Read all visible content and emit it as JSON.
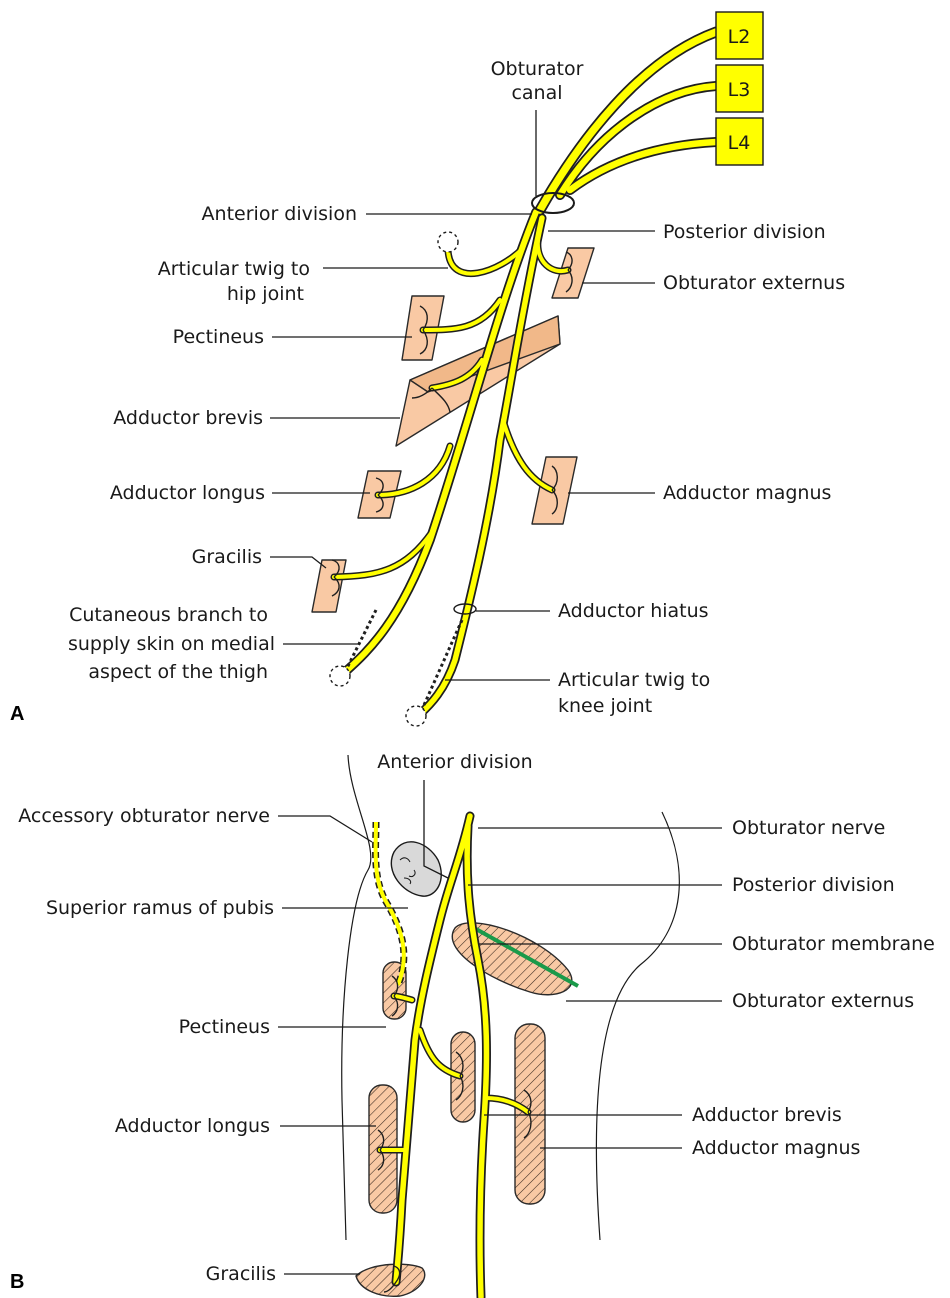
{
  "colors": {
    "nerve": "#ffff00",
    "nerve_outline": "#1f1f1f",
    "muscle": "#f9c9a4",
    "root_box": "#ffff00",
    "bone": "#d9d9d9",
    "membrane": "#1a9a4a"
  },
  "panel_a": {
    "letter": "A",
    "roots": [
      "L2",
      "L3",
      "L4"
    ],
    "labels": {
      "obturator_canal_1": "Obturator",
      "obturator_canal_2": "canal",
      "anterior_division": "Anterior division",
      "posterior_division": "Posterior division",
      "articular_hip_1": "Articular twig to",
      "articular_hip_2": "hip joint",
      "obturator_externus": "Obturator externus",
      "pectineus": "Pectineus",
      "adductor_brevis": "Adductor brevis",
      "adductor_longus": "Adductor longus",
      "adductor_magnus": "Adductor magnus",
      "gracilis": "Gracilis",
      "cutaneous_1": "Cutaneous branch to",
      "cutaneous_2": "supply skin on medial",
      "cutaneous_3": "aspect of the thigh",
      "adductor_hiatus": "Adductor hiatus",
      "articular_knee_1": "Articular twig to",
      "articular_knee_2": "knee joint"
    }
  },
  "panel_b": {
    "letter": "B",
    "labels": {
      "anterior_division": "Anterior division",
      "accessory_obturator": "Accessory obturator nerve",
      "obturator_nerve": "Obturator nerve",
      "posterior_division": "Posterior division",
      "superior_ramus": "Superior ramus of pubis",
      "obturator_membrane": "Obturator membrane",
      "obturator_externus": "Obturator externus",
      "pectineus": "Pectineus",
      "adductor_brevis": "Adductor brevis",
      "adductor_longus": "Adductor longus",
      "adductor_magnus": "Adductor magnus",
      "gracilis": "Gracilis"
    }
  }
}
